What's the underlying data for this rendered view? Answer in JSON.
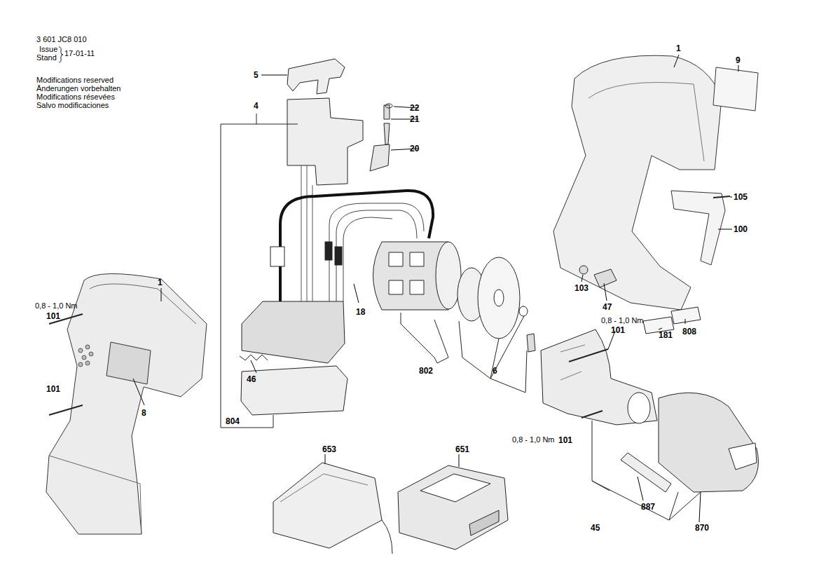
{
  "diagram": {
    "labels": [
      "3 601 JC8 010",
      "Issue",
      "Stand",
      "17-01-11",
      "Modifications reserved",
      "Änderungen vorbehalten",
      "Modifications résevées",
      "Salvo modificaciones",
      "5",
      "4",
      "22",
      "21",
      "20",
      "18",
      "46",
      "804",
      "802",
      "6",
      "1",
      "0,8 - 1,0 Nm",
      "101",
      "101",
      "8",
      "1",
      "9",
      "105",
      "100",
      "103",
      "47",
      "0,8 - 1,0 Nm",
      "101",
      "181",
      "808",
      "0,8 - 1,0 Nm",
      "101",
      "653",
      "651",
      "887",
      "45",
      "870"
    ]
  }
}
